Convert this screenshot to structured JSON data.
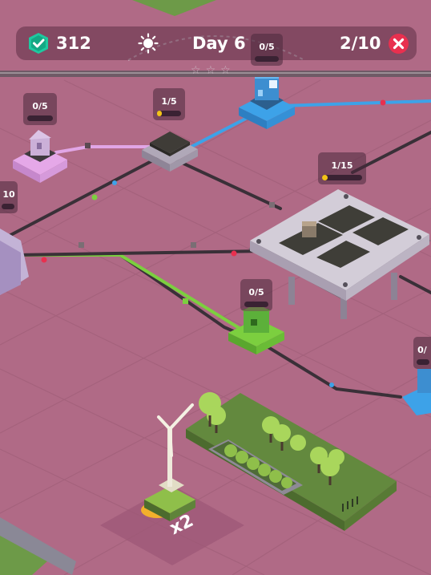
{
  "hud": {
    "money": "312",
    "day": "Day 6",
    "lives": "2/10",
    "money_icon": "check-shield-icon",
    "day_icon": "sun-icon",
    "lives_icon": "close-icon"
  },
  "day_stars": {
    "filled": 0,
    "total": 3
  },
  "stations": [
    {
      "id": "top-factory",
      "label": "0/5",
      "progress": 0
    },
    {
      "id": "purple-house",
      "label": "0/5",
      "progress": 0
    },
    {
      "id": "dark-depot",
      "label": "1/5",
      "progress": 0.2
    },
    {
      "id": "large-platform",
      "label": "1/15",
      "progress": 0.067
    },
    {
      "id": "green-house",
      "label": "0/5",
      "progress": 0
    },
    {
      "id": "left-edge",
      "label": "10",
      "progress": 0
    },
    {
      "id": "right-edge",
      "label": "0/",
      "progress": 0
    }
  ],
  "boost": {
    "label": "x2"
  },
  "colors": {
    "ground": "#b06a86",
    "power_blue": "#3da2e8",
    "power_green": "#7ccf3f",
    "power_purple": "#e1a6e6",
    "coin": "#f2c318",
    "danger": "#e8304f"
  }
}
